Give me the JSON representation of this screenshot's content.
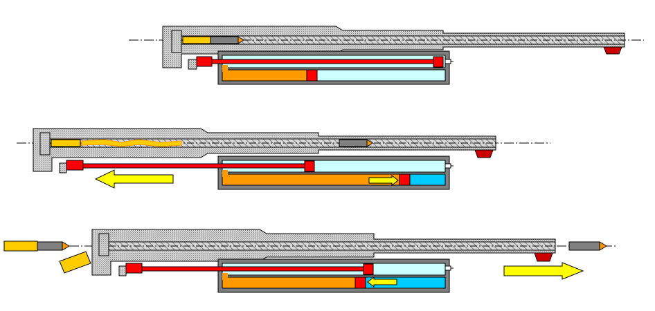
{
  "diagram": {
    "kind": "recoil-mechanism-sequence",
    "panels": [
      {
        "name": "panel-1",
        "state": "in-battery"
      },
      {
        "name": "panel-2",
        "state": "recoil",
        "barrel_motion": "left",
        "buffer_motion": "right"
      },
      {
        "name": "panel-3",
        "state": "counter-recoil",
        "barrel_motion": "right",
        "buffer_motion": "left"
      }
    ]
  },
  "colors": {
    "metal": "#c8c8c8",
    "outline": "#000000",
    "cylinder_frame": "#808080",
    "hydraulic_oil": "#ff9900",
    "gas_light": "#ccffff",
    "gas_compressed": "#00ccff",
    "piston": "#ff0000",
    "arrow": "#ffff00",
    "brass_case": "#ffcc00",
    "projectile": "#808080",
    "muzzle_mount": "#cc0000"
  },
  "icons": {
    "hatch": "diagonal-hatch",
    "motion_arrow": "block-arrow"
  }
}
